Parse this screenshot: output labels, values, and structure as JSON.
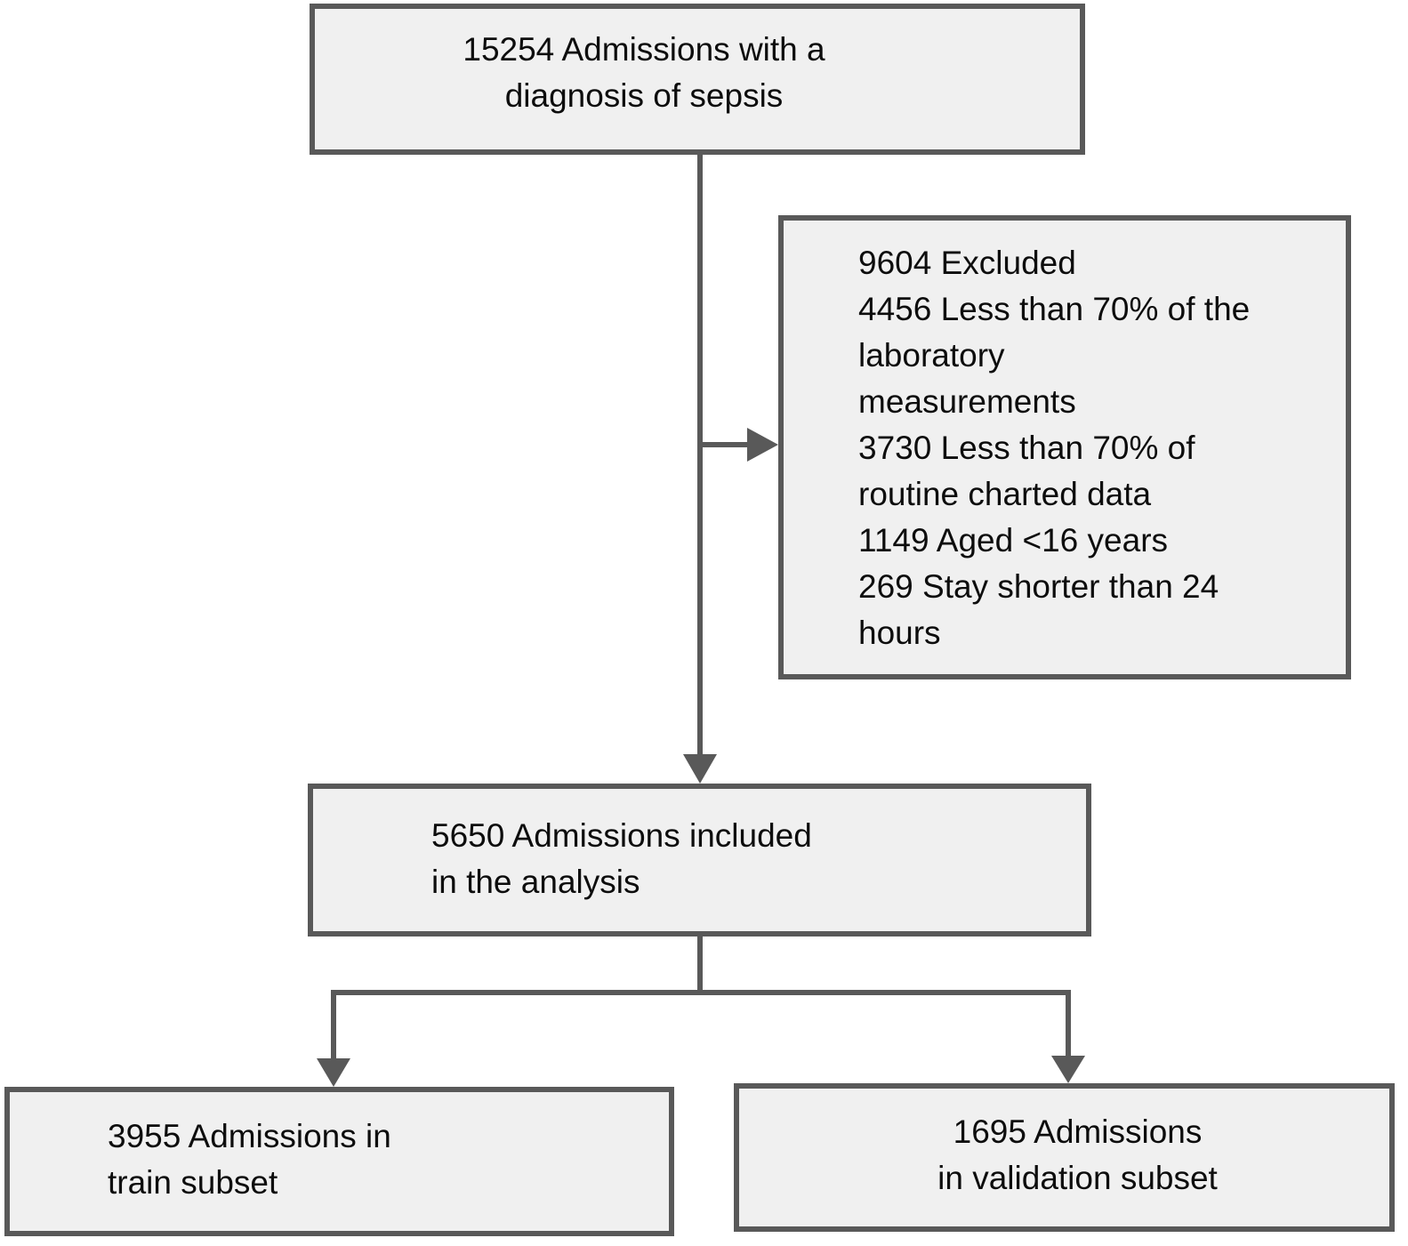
{
  "theme": {
    "background": "#ffffff",
    "box_fill": "#f0f0f0",
    "box_border": "#595959",
    "line_color": "#595959",
    "text_color": "#0d0d0d"
  },
  "nodes": {
    "admissions_sepsis": {
      "count": "15254",
      "lines": [
        "15254 Admissions with a",
        "diagnosis of sepsis"
      ]
    },
    "excluded": {
      "count": "9604",
      "lines": [
        "9604 Excluded",
        "4456 Less than 70% of the",
        "laboratory",
        "measurements",
        "3730 Less than 70% of",
        "routine charted data",
        "1149 Aged <16 years",
        "269 Stay shorter than 24",
        "hours"
      ]
    },
    "included": {
      "count": "5650",
      "lines": [
        "5650 Admissions included",
        "in the analysis"
      ]
    },
    "train": {
      "count": "3955",
      "lines": [
        "3955 Admissions in",
        "train subset"
      ]
    },
    "validation": {
      "count": "1695",
      "lines": [
        "1695 Admissions",
        "in validation subset"
      ]
    }
  }
}
